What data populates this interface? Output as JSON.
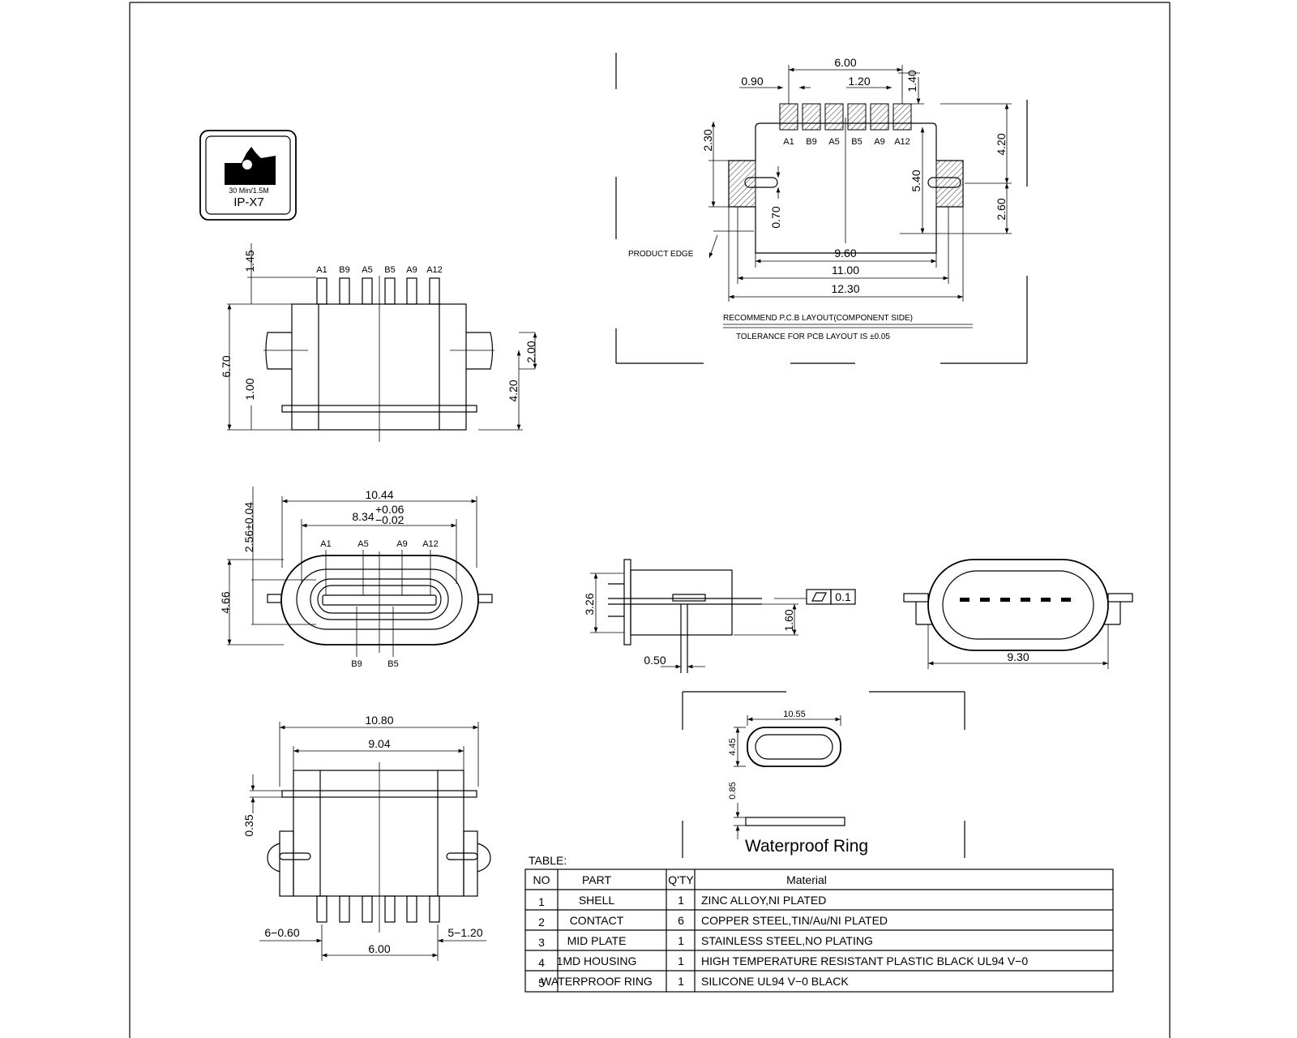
{
  "badge": {
    "line1": "30 Min/1.5M",
    "line2": "IP-X7"
  },
  "side_view": {
    "pins": [
      "A1",
      "B9",
      "A5",
      "B5",
      "A9",
      "A12"
    ],
    "dims": {
      "pin_len": "1.45",
      "height": "6.70",
      "base": "1.00",
      "tab": "2.00",
      "tab_h": "4.20"
    }
  },
  "front_view": {
    "dims": {
      "width": "10.44",
      "inner": "8.34",
      "tol_plus": "+0.06",
      "tol_minus": "−0.02",
      "height": "2.56±0.04",
      "outer_h": "4.66"
    },
    "top_pins": [
      "A1",
      "A5",
      "A9",
      "A12"
    ],
    "bottom_pins": [
      "B9",
      "B5"
    ]
  },
  "bottom_view": {
    "dims": {
      "width": "10.80",
      "inner": "9.04",
      "thick": "0.35",
      "pin_count": "6−0.60",
      "pitch_count": "5−1.20",
      "span": "6.00"
    }
  },
  "pcb_layout": {
    "dims": {
      "span": "6.00",
      "pad_w": "0.90",
      "pitch": "1.20",
      "pad_h": "1.40",
      "d230": "2.30",
      "d420": "4.20",
      "d540": "5.40",
      "d260": "2.60",
      "d070": "0.70",
      "d960": "9.60",
      "d1100": "11.00",
      "d1230": "12.30"
    },
    "pins": [
      "A1",
      "B9",
      "A5",
      "B5",
      "A9",
      "A12"
    ],
    "product_edge": "PRODUCT EDGE",
    "note1": "RECOMMEND P.C.B LAYOUT(COMPONENT SIDE)",
    "note2": "TOLERANCE FOR PCB LAYOUT IS ±0.05"
  },
  "profile_view": {
    "dims": {
      "h": "3.26",
      "offset": "1.60",
      "pin": "0.50",
      "flatness": "0.1"
    }
  },
  "end_view": {
    "dims": {
      "width": "9.30"
    }
  },
  "ring": {
    "dims": {
      "w": "10.55",
      "h": "4.45",
      "t": "0.85"
    },
    "label": "Waterproof Ring"
  },
  "table": {
    "title": "TABLE:",
    "headers": [
      "NO",
      "PART",
      "Q'TY",
      "Material"
    ],
    "rows": [
      [
        "1",
        "SHELL",
        "1",
        "ZINC ALLOY,NI PLATED"
      ],
      [
        "2",
        "CONTACT",
        "6",
        "COPPER STEEL,TIN/Au/NI PLATED"
      ],
      [
        "3",
        "MID  PLATE",
        "1",
        "STAINLESS STEEL,NO PLATING"
      ],
      [
        "4",
        "1MD  HOUSING",
        "1",
        "HIGH TEMPERATURE RESISTANT PLASTIC BLACK UL94 V−0"
      ],
      [
        "5",
        "WATERPROOF  RING",
        "1",
        "SILICONE UL94 V−0 BLACK"
      ]
    ]
  }
}
